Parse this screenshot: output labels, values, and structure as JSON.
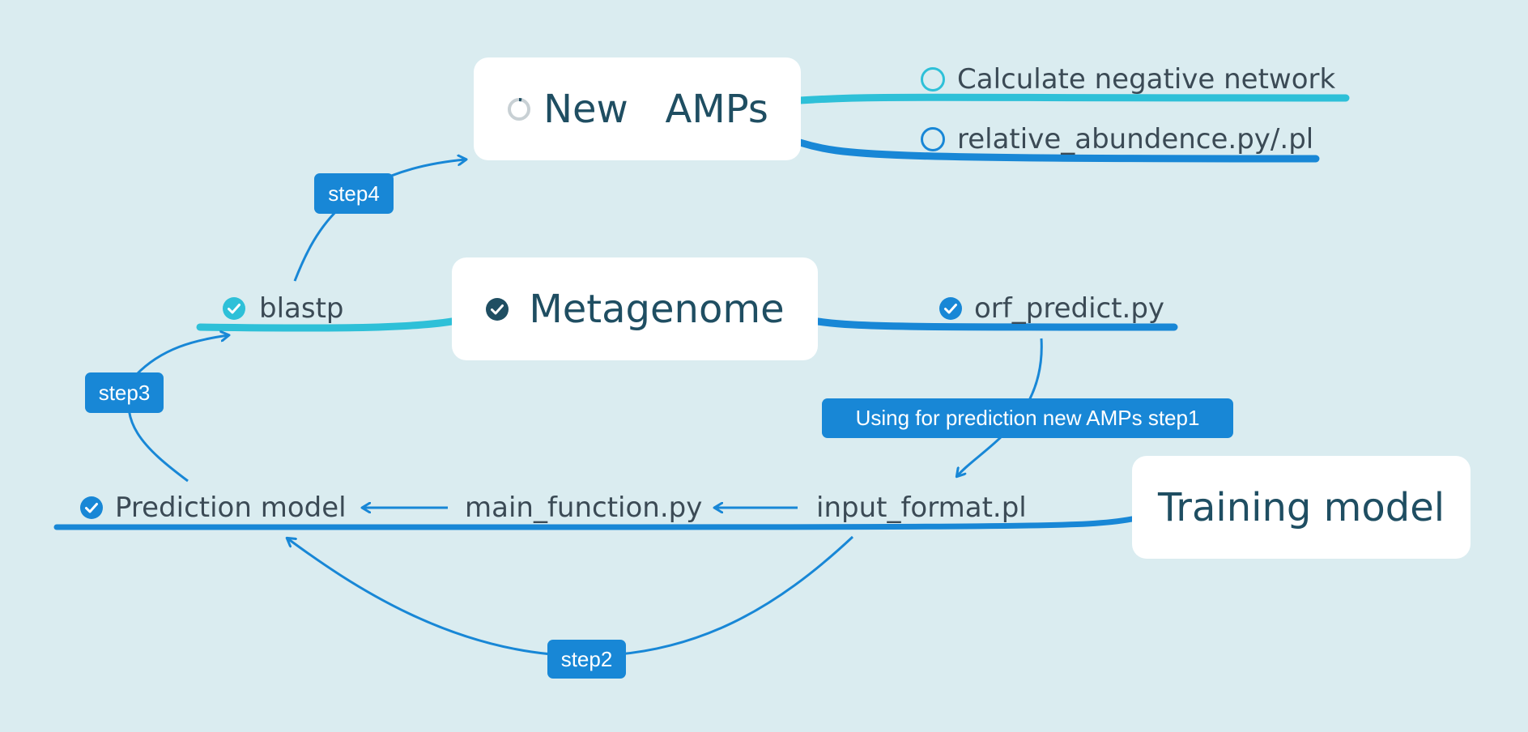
{
  "theme": {
    "background": "#daecf0",
    "blue": "#1887d6",
    "cyan": "#2ec0d8",
    "dark": "#1f4e62",
    "text": "#3b4a55"
  },
  "topics": {
    "new_amps": {
      "label": "New   AMPs",
      "icon": "progress-ring-icon"
    },
    "metagenome": {
      "label": "Metagenome",
      "icon": "check-circle-icon"
    },
    "training": {
      "label": "Training model"
    }
  },
  "subtopics": {
    "calc_negative": {
      "label": "Calculate negative network",
      "icon": "empty-circle-icon"
    },
    "relative_abundence": {
      "label": "relative_abundence.py/.pl",
      "icon": "empty-circle-icon"
    },
    "blastp": {
      "label": "blastp",
      "icon": "check-circle-icon"
    },
    "orf_predict": {
      "label": "orf_predict.py",
      "icon": "check-circle-icon"
    },
    "prediction_model": {
      "label": "Prediction model",
      "icon": "check-circle-icon"
    },
    "main_function": {
      "label": "main_function.py"
    },
    "input_format": {
      "label": "input_format.pl"
    }
  },
  "relationships": {
    "step1": "Using for prediction new AMPs step1",
    "step2": "step2",
    "step3": "step3",
    "step4": "step4"
  }
}
